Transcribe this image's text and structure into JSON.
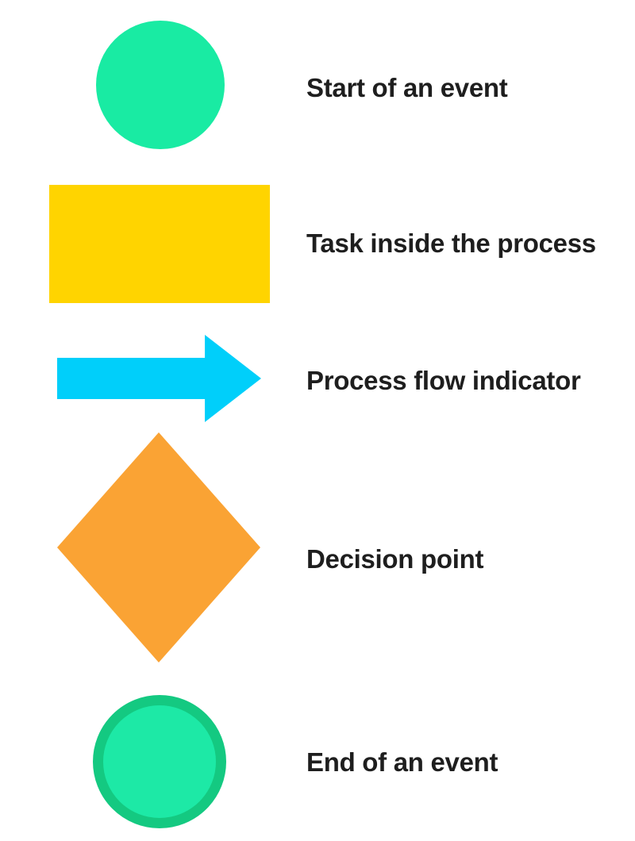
{
  "colors": {
    "background": "#FFFFFF",
    "start_green": "#19EBA3",
    "task_yellow": "#FFD400",
    "flow_cyan": "#00CFFA",
    "decision_orange": "#FAA334",
    "end_green_fill": "#1DE9A6",
    "end_green_border": "#14C981",
    "label_text": "#1E1E1E"
  },
  "legend": {
    "items": [
      {
        "shape": "circle",
        "shape_color": "#19EBA3",
        "label": "Start of an event"
      },
      {
        "shape": "rectangle",
        "shape_color": "#FFD400",
        "label": "Task inside the process"
      },
      {
        "shape": "arrow-right",
        "shape_color": "#00CFFA",
        "label": "Process flow indicator"
      },
      {
        "shape": "diamond",
        "shape_color": "#FAA334",
        "label": "Decision point"
      },
      {
        "shape": "circle-outlined",
        "shape_color": "#1DE9A6",
        "shape_border_color": "#14C981",
        "label": "End of an event"
      }
    ]
  }
}
